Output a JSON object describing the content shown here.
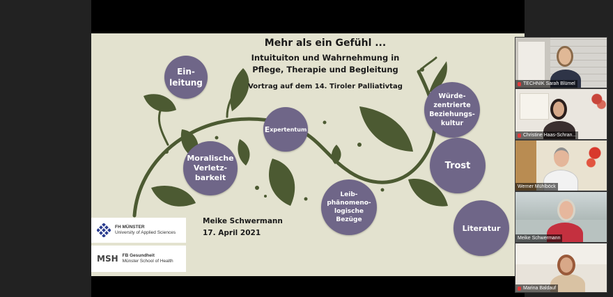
{
  "slide": {
    "title": "Mehr als ein Gefühl ...",
    "subtitle_line1": "Intuituiton und Wahrnehmung in",
    "subtitle_line2": "Pflege, Therapie und Begleitung",
    "event": "Vortrag auf dem 14. Tiroler Palliativtag",
    "author": "Meike Schwermann",
    "date": "17. April 2021",
    "bubbles": [
      {
        "line1": "Ein-",
        "line2": "leitung"
      },
      {
        "e_initial": "E",
        "e_rest": "xpertentum"
      },
      {
        "line1": "Moralische",
        "line2": "Verletz-",
        "line3": "barkeit"
      },
      {
        "line1": "Leib-",
        "line2": "phänomeno-",
        "line3": "logische",
        "line4": "Bezüge"
      },
      {
        "line1": "Würde-",
        "line2": "zentrierte",
        "line3": "Beziehungs-",
        "line4": "kultur"
      },
      {
        "label": "Trost"
      },
      {
        "label": "Literatur"
      }
    ],
    "logos": {
      "fh_name": "FH MÜNSTER",
      "fh_sub": "University of Applied Sciences",
      "msh_mark": "MSH",
      "msh_name": "FB Gesundheit",
      "msh_sub": "Münster School of Health"
    },
    "colors": {
      "background": "#e3e2cf",
      "bubble": "#6f6688",
      "leaf": "#4c5a32"
    }
  },
  "participants": [
    {
      "name": "TECHNIK Sarah Blümel",
      "muted": true
    },
    {
      "name": "Christine Haas-Schran...",
      "muted": true
    },
    {
      "name": "Werner Mühlböck",
      "muted": false
    },
    {
      "name": "Meike Schwermann",
      "muted": false
    },
    {
      "name": "Marina Baldauf",
      "muted": true
    }
  ]
}
